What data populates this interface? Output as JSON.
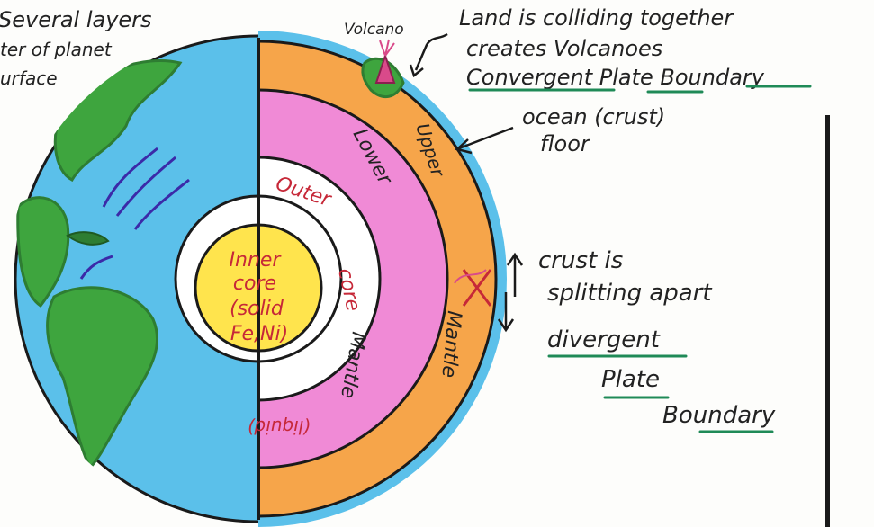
{
  "colors": {
    "ocean": "#5bc0ea",
    "land": "#3ea53e",
    "land_dark": "#2e7d32",
    "rivers": "#3b2aa8",
    "crust_upper_mantle": "#f6a54a",
    "lower_mantle": "#f08ad6",
    "outer_core": "#ffffff",
    "inner_core": "#ffe44d",
    "label_red": "#c62838",
    "label_ink": "#222222",
    "underline_green": "#1f8a57",
    "volcano": "#d94a8a"
  },
  "labels": {
    "several_layers": "Several layers",
    "outer_planet": "ter of planet",
    "surface": "urface",
    "volcano": "Volcano",
    "land_colliding": "Land is colliding together",
    "creates_volcanoes": "creates Volcanoes",
    "convergent_boundary": "Convergent Plate Boundary",
    "ocean_crust": "ocean (crust)",
    "floor": "floor",
    "crust_splitting_1": "crust is",
    "crust_splitting_2": "splitting apart",
    "divergent": "divergent",
    "plate": "Plate",
    "boundary": "Boundary"
  },
  "layers": {
    "inner_core_1": "Inner",
    "inner_core_2": "core",
    "inner_core_3": "(solid",
    "inner_core_4": "Fe,Ni)",
    "outer_core_1": "Outer",
    "outer_core_2": "core",
    "outer_core_3": "(liquid)",
    "lower_mantle_1": "Lower",
    "lower_mantle_2": "Mantle",
    "upper_mantle_1": "Upper",
    "upper_mantle_2": "Mantle"
  },
  "icons": {
    "volcano": "volcano-icon",
    "arrow": "pointer-arrow-icon",
    "split_arrows": "divergent-arrows-icon"
  }
}
